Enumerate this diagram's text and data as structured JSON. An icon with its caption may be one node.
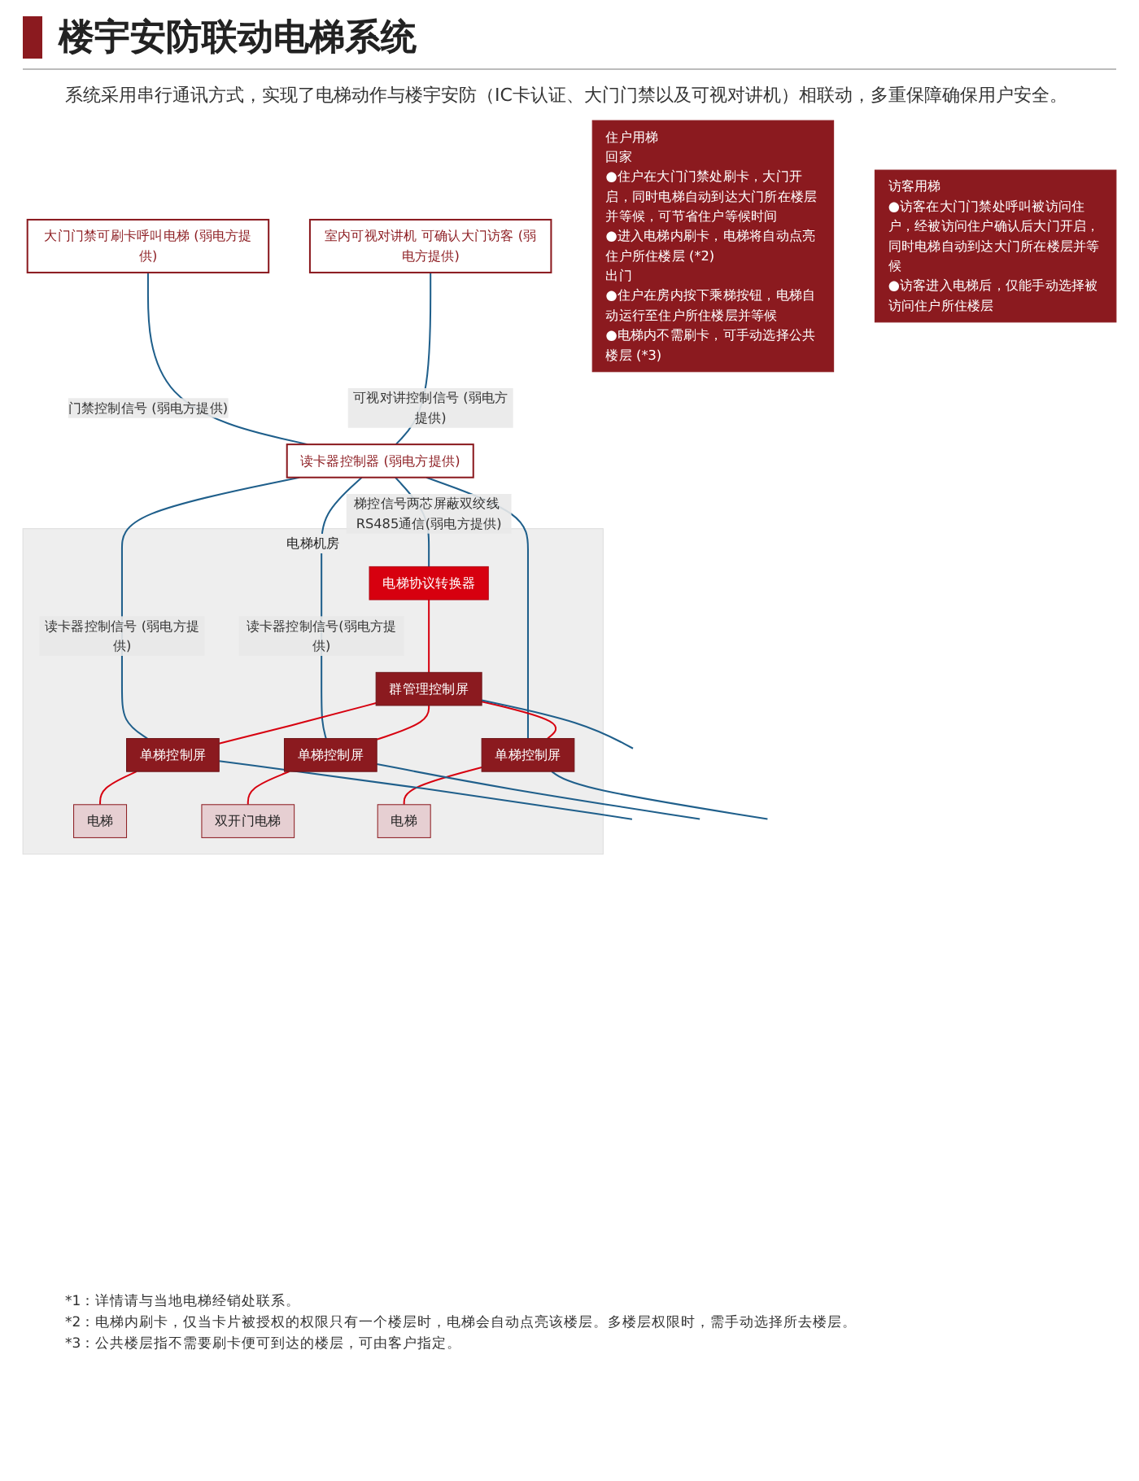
{
  "diagram": {
    "title": "楼宇安防联动电梯系统",
    "nodes": [
      {
        "text": [
          "大门门禁可刷卡呼叫电梯 (弱电方提供)"
        ]
      },
      {
        "text": [
          "读卡器控制器 (弱电方提供)"
        ]
      },
      {
        "text": [
          "室内可视对讲机 可确认大门访客 (弱电方提供)"
        ]
      },
      {
        "text": [
          "电梯机房"
        ]
      },
      {
        "text": [
          "电梯协议转换器"
        ],
        "in": 3
      },
      {
        "text": [
          "群管理控制屏"
        ],
        "in": 3
      },
      {
        "text": [
          "单梯控制屏"
        ],
        "in": 3
      },
      {
        "text": [
          "单梯控制屏"
        ],
        "in": 3
      },
      {
        "text": [
          "单梯控制屏"
        ],
        "in": 3
      },
      {
        "text": [
          "电梯"
        ],
        "in": 3
      },
      {
        "text": [
          "双开门电梯"
        ],
        "in": 3
      },
      {
        "text": [
          "电梯"
        ],
        "in": 3
      },
      {
        "text": [
          "住户用梯",
          "回家",
          "●住户在大门门禁处刷卡，大门开启，同时电梯自动到达大门所在楼层并等候，可节省住户等候时间",
          "●进入电梯内刷卡，电梯将自动点亮住户所住楼层 (*2)",
          "出门",
          "●住户在房内按下乘梯按钮，电梯自动运行至住户所住楼层并等候",
          "●电梯内不需刷卡，可手动选择公共楼层 (*3)"
        ]
      },
      {
        "text": [
          "访客用梯",
          "●访客在大门门禁处呼叫被访问住户，经被访问住户确认后大门开启，同时电梯自动到达大门所在楼层并等候",
          "●访客进入电梯后，仅能手动选择被访问住户所住楼层"
        ]
      }
    ],
    "edges": [
      {
        "from": 0,
        "to": 1,
        "arrow": "none",
        "label": "门禁控制信号 (弱电方提供)"
      },
      {
        "from": 2,
        "to": 1,
        "arrow": "none",
        "label": "可视对讲控制信号 (弱电方提供)"
      },
      {
        "from": 1,
        "to": 4,
        "arrow": "none",
        "label": "梯控信号两芯屏蔽双绞线 RS485通信(弱电方提供)"
      },
      {
        "from": 1,
        "to": 6,
        "arrow": "none",
        "label": "读卡器控制信号 (弱电方提供)"
      },
      {
        "from": 1,
        "to": 7,
        "arrow": "none",
        "label": "读卡器控制信号(弱电方提供)"
      },
      {
        "from": 1,
        "to": 8,
        "arrow": "none"
      },
      {
        "from": 4,
        "to": 5,
        "arrow": "none",
        "color": "#d7000f"
      },
      {
        "from": 5,
        "to": 6,
        "arrow": "none",
        "color": "#d7000f"
      },
      {
        "from": 5,
        "to": 7,
        "arrow": "none",
        "color": "#d7000f"
      },
      {
        "from": 5,
        "to": 8,
        "arrow": "none",
        "color": "#d7000f"
      },
      {
        "from": 6,
        "to": 9,
        "arrow": "none",
        "color": "#d7000f"
      },
      {
        "from": 7,
        "to": 10,
        "arrow": "none",
        "color": "#d7000f"
      },
      {
        "from": 8,
        "to": 11,
        "arrow": "none",
        "color": "#d7000f"
      },
      {
        "from": 5,
        "to": null,
        "arrow": "none"
      },
      {
        "from": 6,
        "to": null,
        "arrow": "none"
      },
      {
        "from": 7,
        "to": null,
        "arrow": "none"
      },
      {
        "from": 8,
        "to": null,
        "arrow": "none"
      }
    ],
    "labels": [
      "系统采用串行通讯方式，实现了电梯动作与楼宇安防（IC卡认证、大门门禁以及可视对讲机）相联动，多重保障确保用户安全。",
      "*1：详情请与当地电梯经销处联系。",
      "*2：电梯内刷卡，仅当卡片被授权的权限只有一个楼层时，电梯会自动点亮该楼层。多楼层权限时，需手动选择所去楼层。",
      "*3：公共楼层指不需要刷卡便可到达的楼层，可由客户指定。"
    ]
  }
}
